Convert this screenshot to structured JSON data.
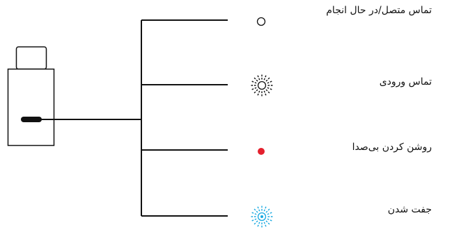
{
  "legend": [
    {
      "indicator": "ring",
      "color": "#111111",
      "label": "تماس متصل/در حال انجام"
    },
    {
      "indicator": "blinking-ring",
      "color": "#111111",
      "label": "تماس ورودی"
    },
    {
      "indicator": "dot",
      "color": "#e4202d",
      "label": "روشن کردن بی‌صدا"
    },
    {
      "indicator": "blinking-ring",
      "color": "#18a9e1",
      "label": "جفت شدن"
    }
  ]
}
